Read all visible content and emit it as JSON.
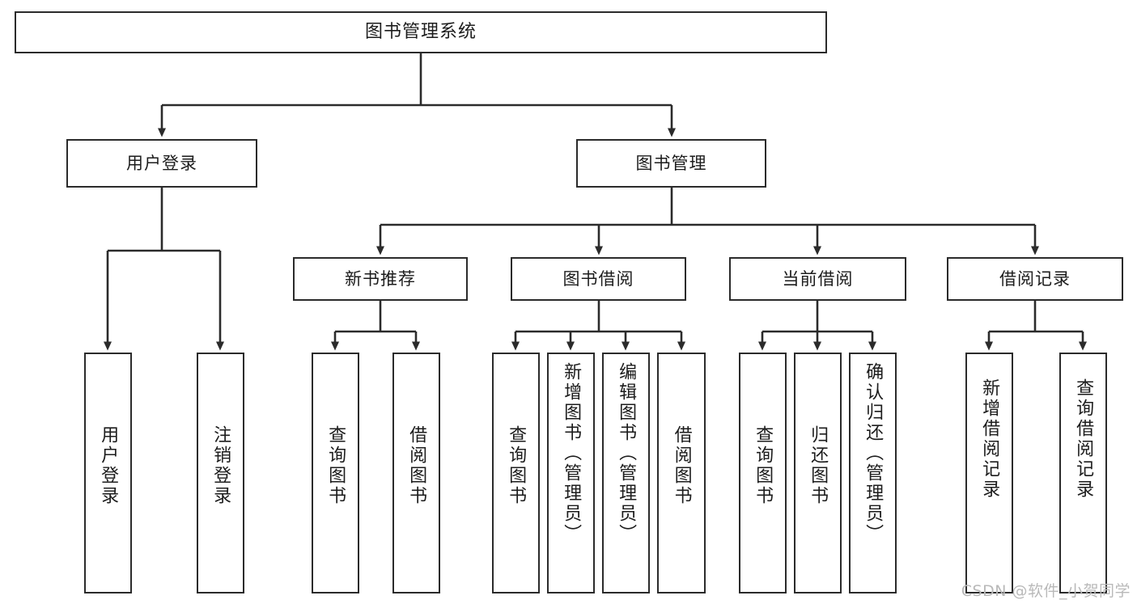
{
  "diagram": {
    "title": "图书管理系统",
    "type": "tree-hierarchy-chart",
    "watermark": "CSDN @软件_小贺同学"
  },
  "nodes": {
    "root": {
      "label": "图书管理系统"
    },
    "level1": [
      {
        "id": "user-login",
        "label": "用户登录"
      },
      {
        "id": "book-manage",
        "label": "图书管理"
      }
    ],
    "level2": [
      {
        "id": "new-book-recommend",
        "label": "新书推荐"
      },
      {
        "id": "book-borrow",
        "label": "图书借阅"
      },
      {
        "id": "current-borrow",
        "label": "当前借阅"
      },
      {
        "id": "borrow-record",
        "label": "借阅记录"
      }
    ],
    "leaves": [
      {
        "id": "leaf-user-login",
        "parent": "user-login",
        "label": "用户登录"
      },
      {
        "id": "leaf-user-logout",
        "parent": "user-login",
        "label": "注销登录"
      },
      {
        "id": "leaf-query-book-1",
        "parent": "new-book-recommend",
        "label": "查询图书"
      },
      {
        "id": "leaf-borrow-book-1",
        "parent": "new-book-recommend",
        "label": "借阅图书"
      },
      {
        "id": "leaf-query-book-2",
        "parent": "book-borrow",
        "label": "查询图书"
      },
      {
        "id": "leaf-add-book",
        "parent": "book-borrow",
        "label": "新增图书（管理员）"
      },
      {
        "id": "leaf-edit-book",
        "parent": "book-borrow",
        "label": "编辑图书（管理员）"
      },
      {
        "id": "leaf-borrow-book-2",
        "parent": "book-borrow",
        "label": "借阅图书"
      },
      {
        "id": "leaf-query-book-3",
        "parent": "current-borrow",
        "label": "查询图书"
      },
      {
        "id": "leaf-return-book",
        "parent": "current-borrow",
        "label": "归还图书"
      },
      {
        "id": "leaf-confirm-return",
        "parent": "current-borrow",
        "label": "确认归还（管理员）"
      },
      {
        "id": "leaf-add-borrow-record",
        "parent": "borrow-record",
        "label": "新增借阅记录"
      },
      {
        "id": "leaf-query-borrow-record",
        "parent": "borrow-record",
        "label": "查询借阅记录"
      }
    ]
  },
  "colors": {
    "stroke": "#2b2b2b",
    "fill": "#ffffff",
    "text": "#1c1c1c",
    "watermark": "#b9b9b9"
  }
}
